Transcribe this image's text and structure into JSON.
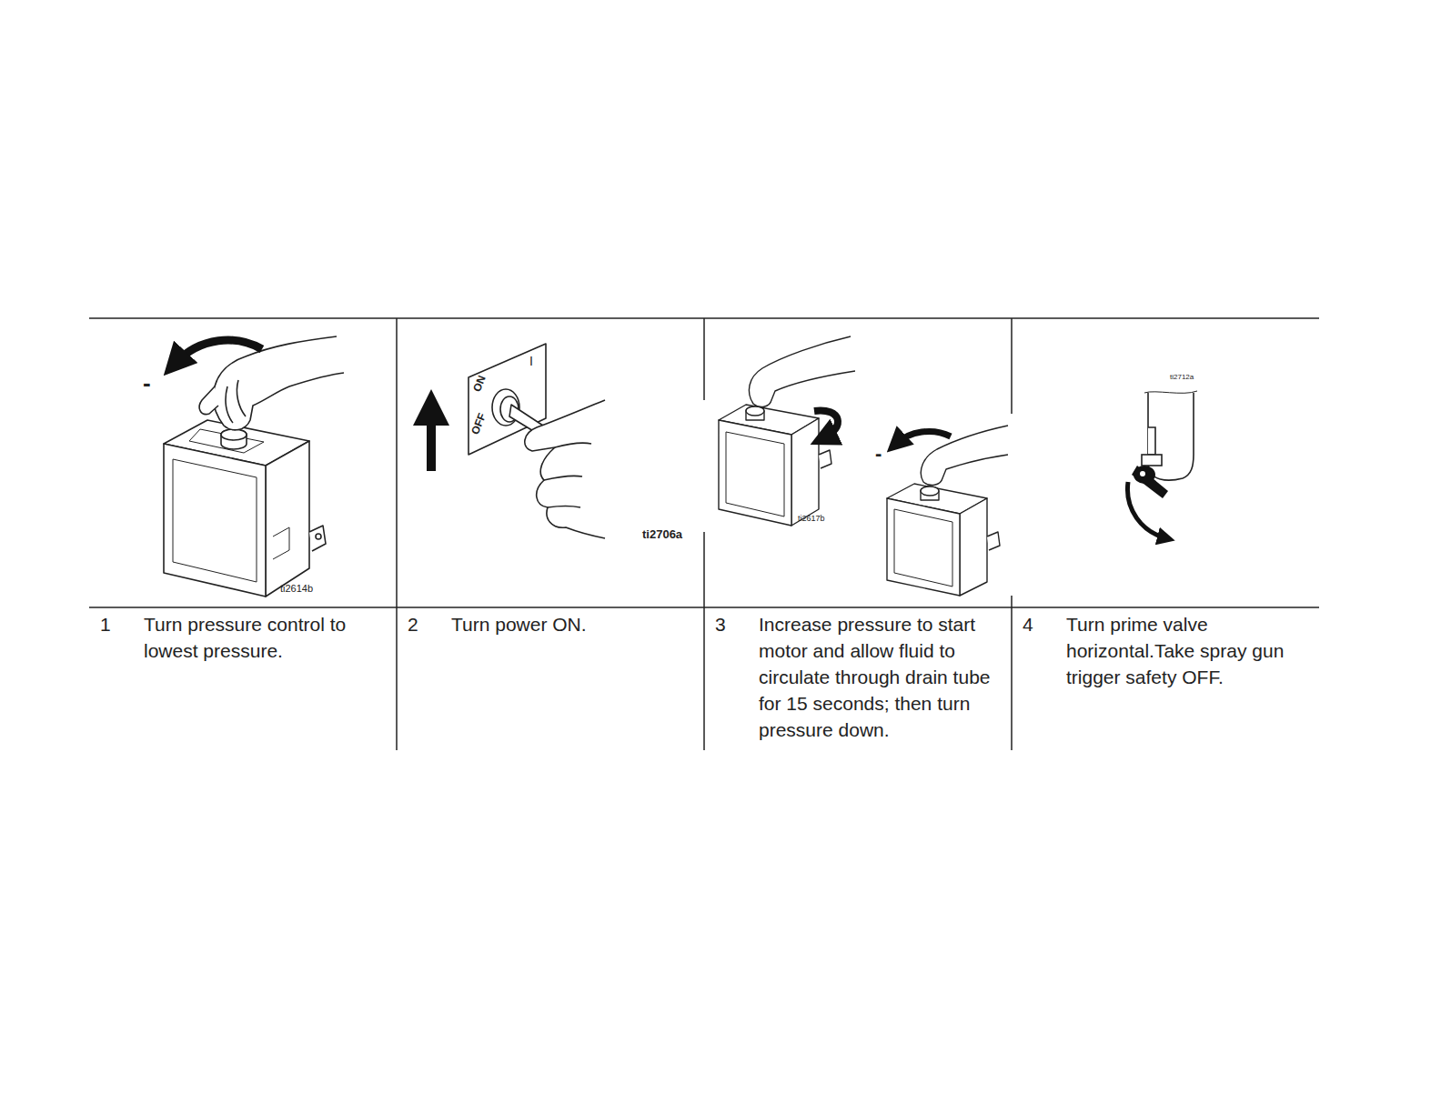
{
  "diagram": {
    "nodes": [
      {
        "text": [
          "1",
          "Turn pressure control to lowest pressure."
        ]
      },
      {
        "text": [
          "2",
          "Turn power ON."
        ]
      },
      {
        "text": [
          "3",
          "Increase pressure to start motor and allow fluid to circulate through drain tube for 15 seconds; then turn pressure down."
        ]
      },
      {
        "text": [
          "4",
          "Turn prime valve horizontal.Take spray gun trigger safety OFF."
        ]
      }
    ],
    "labels": [
      "-",
      "ti2614b",
      "ON",
      "OFF",
      "I",
      "ti2706a",
      "ti2617b",
      "-",
      "ti2712a"
    ]
  }
}
